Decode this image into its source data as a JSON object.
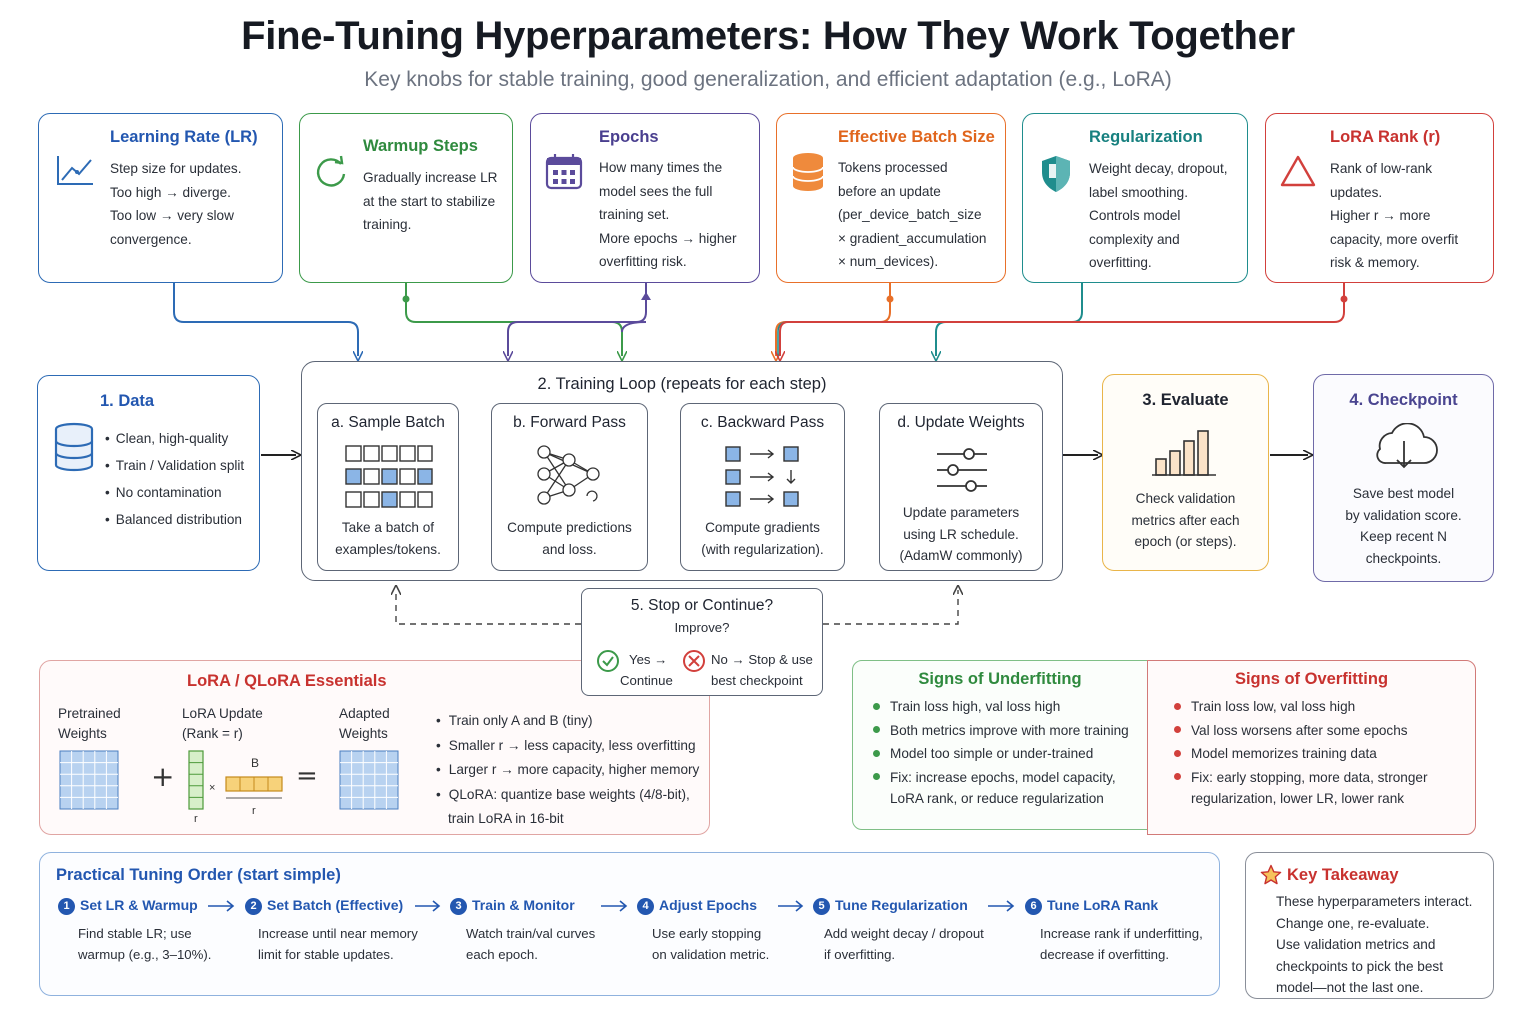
{
  "title": "Fine-Tuning Hyperparameters: How They Work Together",
  "subtitle": "Key knobs for stable training, good generalization, and efficient adaptation (e.g., LoRA)",
  "colors": {
    "blue": "#2d6bb5",
    "green": "#3c9a4a",
    "purple": "#5b4b9b",
    "orange": "#e8702a",
    "teal": "#1f8d8d",
    "red": "#d2403c",
    "gray": "#5d6676",
    "yellow": "#e9b54a",
    "violet": "#6f6aa8"
  },
  "hyperparams": [
    {
      "title": "Learning Rate (LR)",
      "icon": "line-chart-icon",
      "lines": [
        "Step size for updates.",
        "Too high → diverge.",
        "Too low → very slow",
        "convergence."
      ]
    },
    {
      "title": "Warmup Steps",
      "icon": "refresh-icon",
      "lines": [
        "Gradually increase LR",
        "at the start to stabilize",
        "training."
      ]
    },
    {
      "title": "Epochs",
      "icon": "calendar-icon",
      "lines": [
        "How many times the",
        "model sees the full",
        "training set.",
        "More epochs → higher",
        "overfitting risk."
      ]
    },
    {
      "title": "Effective Batch Size",
      "icon": "database-stack-icon",
      "lines": [
        "Tokens processed",
        "before an update",
        "(per_device_batch_size",
        "× gradient_accumulation",
        "× num_devices)."
      ]
    },
    {
      "title": "Regularization",
      "icon": "shield-icon",
      "lines": [
        "Weight decay, dropout,",
        "label smoothing.",
        "Controls model",
        "complexity and",
        "overfitting."
      ]
    },
    {
      "title": "LoRA Rank (r)",
      "icon": "warning-triangle-icon",
      "lines": [
        "Rank of low-rank",
        "updates.",
        "Higher r → more",
        "capacity, more overfit",
        "risk & memory."
      ]
    }
  ],
  "data": {
    "title": "1. Data",
    "bullets": [
      "Clean, high-quality",
      "Train / Validation split",
      "No contamination",
      "Balanced distribution"
    ]
  },
  "loop": {
    "title": "2. Training Loop (repeats for each step)",
    "steps": [
      {
        "title": "a. Sample Batch",
        "lines": [
          "Take a batch of",
          "examples/tokens."
        ]
      },
      {
        "title": "b. Forward Pass",
        "lines": [
          "Compute predictions",
          "and loss."
        ]
      },
      {
        "title": "c. Backward Pass",
        "lines": [
          "Compute gradients",
          "(with regularization)."
        ]
      },
      {
        "title": "d. Update Weights",
        "lines": [
          "Update parameters",
          "using LR schedule.",
          "(AdamW commonly)"
        ]
      }
    ]
  },
  "evaluate": {
    "title": "3. Evaluate",
    "lines": [
      "Check validation",
      "metrics after each",
      "epoch (or steps)."
    ]
  },
  "checkpoint": {
    "title": "4. Checkpoint",
    "lines": [
      "Save best model",
      "by validation score.",
      "Keep recent N",
      "checkpoints."
    ]
  },
  "stop": {
    "title": "5. Stop or Continue?",
    "question": "Improve?",
    "yes": [
      "Yes →",
      "Continue"
    ],
    "no": [
      "No → Stop & use",
      "best checkpoint"
    ]
  },
  "lora": {
    "title": "LoRA / QLoRA Essentials",
    "pretrained": [
      "Pretrained",
      "Weights"
    ],
    "update": [
      "LoRA Update",
      "(Rank = r)"
    ],
    "adapted": [
      "Adapted",
      "Weights"
    ],
    "label_b": "B",
    "label_r": "r",
    "bullets": [
      "Train only A and B (tiny)",
      "Smaller r → less capacity, less overfitting",
      "Larger r → more capacity, higher memory",
      "QLoRA: quantize base weights (4/8-bit),",
      "train LoRA in 16-bit"
    ]
  },
  "underfitting": {
    "title": "Signs of Underfitting",
    "bullets": [
      [
        "Train loss high, val loss high"
      ],
      [
        "Both metrics improve with more training"
      ],
      [
        "Model too simple or under-trained"
      ],
      [
        "Fix: increase epochs, model capacity,",
        "LoRA rank, or reduce regularization"
      ]
    ]
  },
  "overfitting": {
    "title": "Signs of Overfitting",
    "bullets": [
      [
        "Train loss low, val loss high"
      ],
      [
        "Val loss worsens after some epochs"
      ],
      [
        "Model memorizes training data"
      ],
      [
        "Fix: early stopping, more data, stronger",
        "regularization, lower LR, lower rank"
      ]
    ]
  },
  "order": {
    "title": "Practical Tuning Order (start simple)",
    "steps": [
      {
        "num": "1",
        "label": "Set LR & Warmup",
        "lines": [
          "Find stable LR; use",
          "warmup (e.g., 3–10%)."
        ]
      },
      {
        "num": "2",
        "label": "Set Batch (Effective)",
        "lines": [
          "Increase until near memory",
          "limit for stable updates."
        ]
      },
      {
        "num": "3",
        "label": "Train & Monitor",
        "lines": [
          "Watch train/val curves",
          "each epoch."
        ]
      },
      {
        "num": "4",
        "label": "Adjust Epochs",
        "lines": [
          "Use early stopping",
          "on validation metric."
        ]
      },
      {
        "num": "5",
        "label": "Tune Regularization",
        "lines": [
          "Add weight decay / dropout",
          "if overfitting."
        ]
      },
      {
        "num": "6",
        "label": "Tune LoRA Rank",
        "lines": [
          "Increase rank if underfitting,",
          "decrease if overfitting."
        ]
      }
    ]
  },
  "takeaway": {
    "title": "Key Takeaway",
    "lines": [
      "These hyperparameters interact.",
      "Change one, re-evaluate.",
      "Use validation metrics and",
      "checkpoints to pick the best",
      "model—not the last one."
    ]
  }
}
